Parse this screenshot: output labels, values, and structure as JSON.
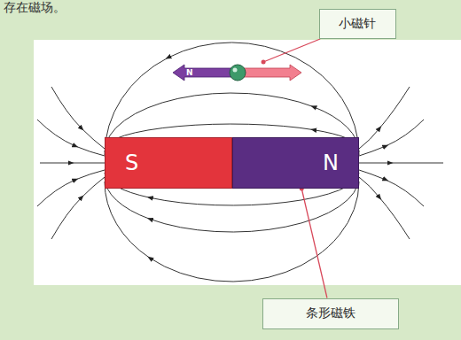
{
  "diagram": {
    "nodes": [
      {
        "text": [
          "小磁针"
        ]
      },
      {
        "text": [
          "N"
        ]
      },
      {
        "text": [
          "S"
        ]
      },
      {
        "text": [
          "N"
        ]
      },
      {
        "text": [
          "条形磁铁"
        ]
      }
    ],
    "edges": [
      {
        "from": 0,
        "to": 1,
        "arrow": "none"
      },
      {
        "from": 4,
        "to": 3,
        "arrow": "none"
      }
    ],
    "labels": [
      "存在磁场。"
    ]
  }
}
